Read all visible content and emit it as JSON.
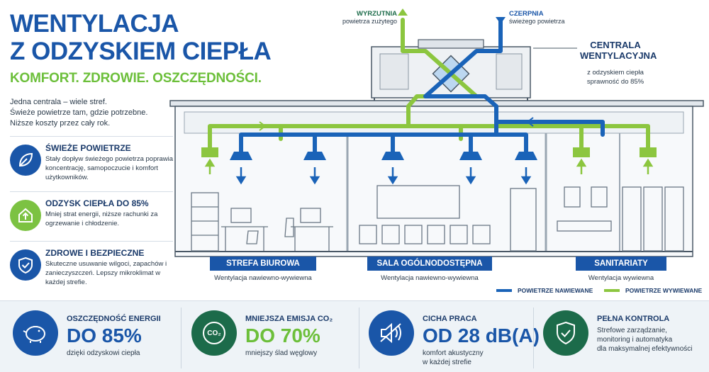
{
  "title_line1": "WENTYLACJA",
  "title_line2": "Z ODZYSKIEM CIEPŁA",
  "tagline": "KOMFORT. ZDROWIE. OSZCZĘDNOŚCI.",
  "intro": [
    "Jedna centrala – wiele stref.",
    "Świeże powietrze tam, gdzie potrzebne.",
    "Niższe koszty przez cały rok."
  ],
  "features": [
    {
      "title": "ŚWIEŻE POWIETRZE",
      "desc": "Stały dopływ świeżego powietrza poprawia koncentrację, samopoczucie i komfort użytkowników.",
      "icon": "leaf-icon"
    },
    {
      "title": "ODZYSK CIEPŁA DO 85%",
      "desc": "Mniej strat energii, niższe rachunki za ogrzewanie i chłodzenie.",
      "icon": "house-arrow-icon"
    },
    {
      "title": "ZDROWE I BEZPIECZNE",
      "desc": "Skuteczne usuwanie wilgoci, zapachów i zanieczyszczeń. Lepszy mikroklimat w każdej strefie.",
      "icon": "shield-check-icon"
    }
  ],
  "diagram": {
    "exhaust_title": "WYRZUTNIA",
    "exhaust_sub": "powietrza zużytego",
    "intake_title": "CZERPNIA",
    "intake_sub": "świeżego powietrza",
    "central_title_1": "CENTRALA",
    "central_title_2": "WENTYLACYJNA",
    "central_desc_1": "z odzyskiem ciepła",
    "central_desc_2": "sprawność do 85%",
    "zones": [
      {
        "name": "STREFA BIUROWA",
        "sub": "Wentylacja nawiewno-wywiewna"
      },
      {
        "name": "SALA OGÓLNODOSTĘPNA",
        "sub": "Wentylacja nawiewno-wywiewna"
      },
      {
        "name": "SANITARIATY",
        "sub": "Wentylacja wywiewna"
      }
    ],
    "legend_supply": "POWIETRZE NAWIEWANE",
    "legend_exhaust": "POWIETRZE WYWIEWANE"
  },
  "stats": [
    {
      "title": "OSZCZĘDNOŚĆ ENERGII",
      "value": "DO 85%",
      "desc": "dzięki odzyskowi ciepła",
      "icon": "piggy-bank-icon"
    },
    {
      "title": "MNIEJSZA EMISJA CO₂",
      "value": "DO 70%",
      "desc": "mniejszy ślad węglowy",
      "icon": "co2-leaf-icon"
    },
    {
      "title": "CICHA PRACA",
      "value": "OD 28 dB(A)",
      "desc_1": "komfort akustyczny",
      "desc_2": "w każdej strefie",
      "icon": "speaker-mute-icon"
    },
    {
      "title": "PEŁNA KONTROLA",
      "desc_1": "Strefowe zarządzanie,",
      "desc_2": "monitoring i automatyka",
      "desc_3": "dla maksymalnej efektywności",
      "icon": "shield-check-icon"
    }
  ],
  "colors": {
    "blue": "#1a56a8",
    "green": "#7cc242",
    "navy": "#1a3a6a",
    "teal": "#1c6b4a"
  }
}
